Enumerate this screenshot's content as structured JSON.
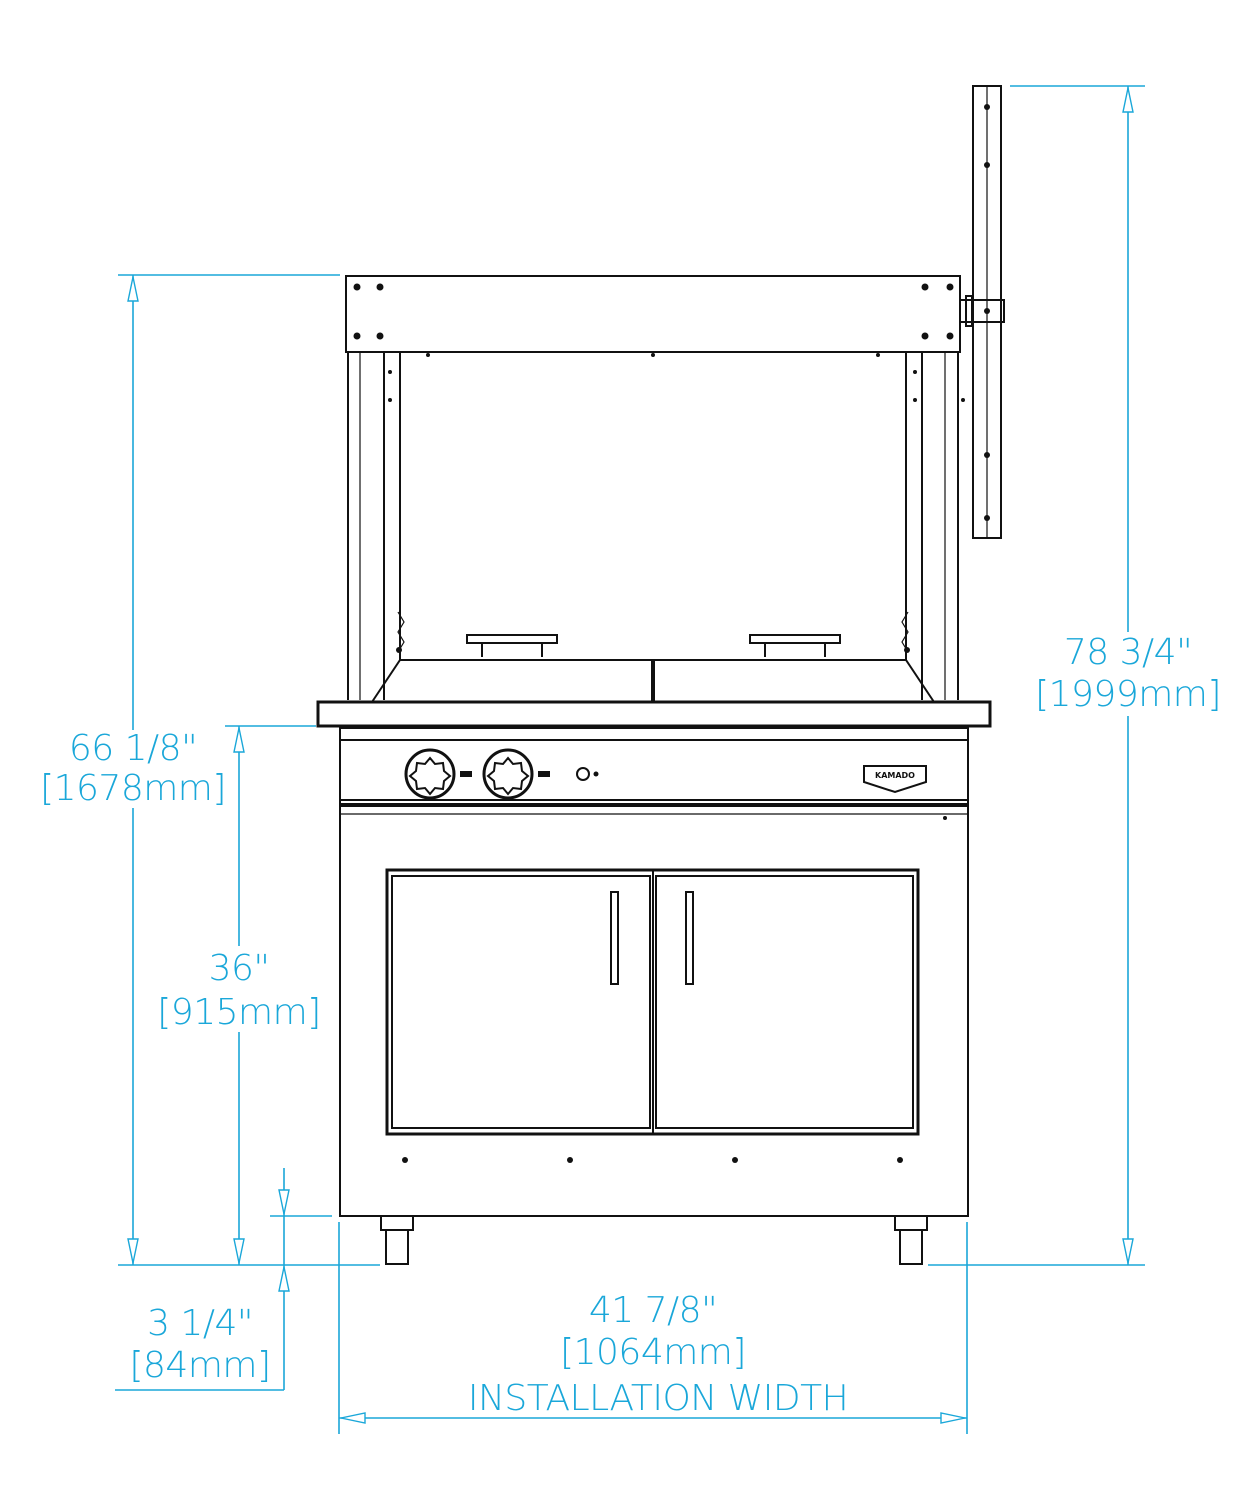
{
  "colors": {
    "dimension": "#1aa7d9",
    "ink": "#111111",
    "background": "#ffffff"
  },
  "badge": {
    "text": "KAMADO"
  },
  "dimensions": {
    "overall_height": {
      "imperial": "78 3/4\"",
      "metric": "[1999mm]"
    },
    "canopy_height": {
      "imperial": "66 1/8\"",
      "metric": "[1678mm]"
    },
    "counter_height": {
      "imperial": "36\"",
      "metric": "[915mm]"
    },
    "leg_height": {
      "imperial": "3 1/4\"",
      "metric": "[84mm]"
    },
    "width": {
      "imperial": "41 7/8\"",
      "metric": "[1064mm]",
      "caption": "INSTALLATION WIDTH"
    }
  }
}
